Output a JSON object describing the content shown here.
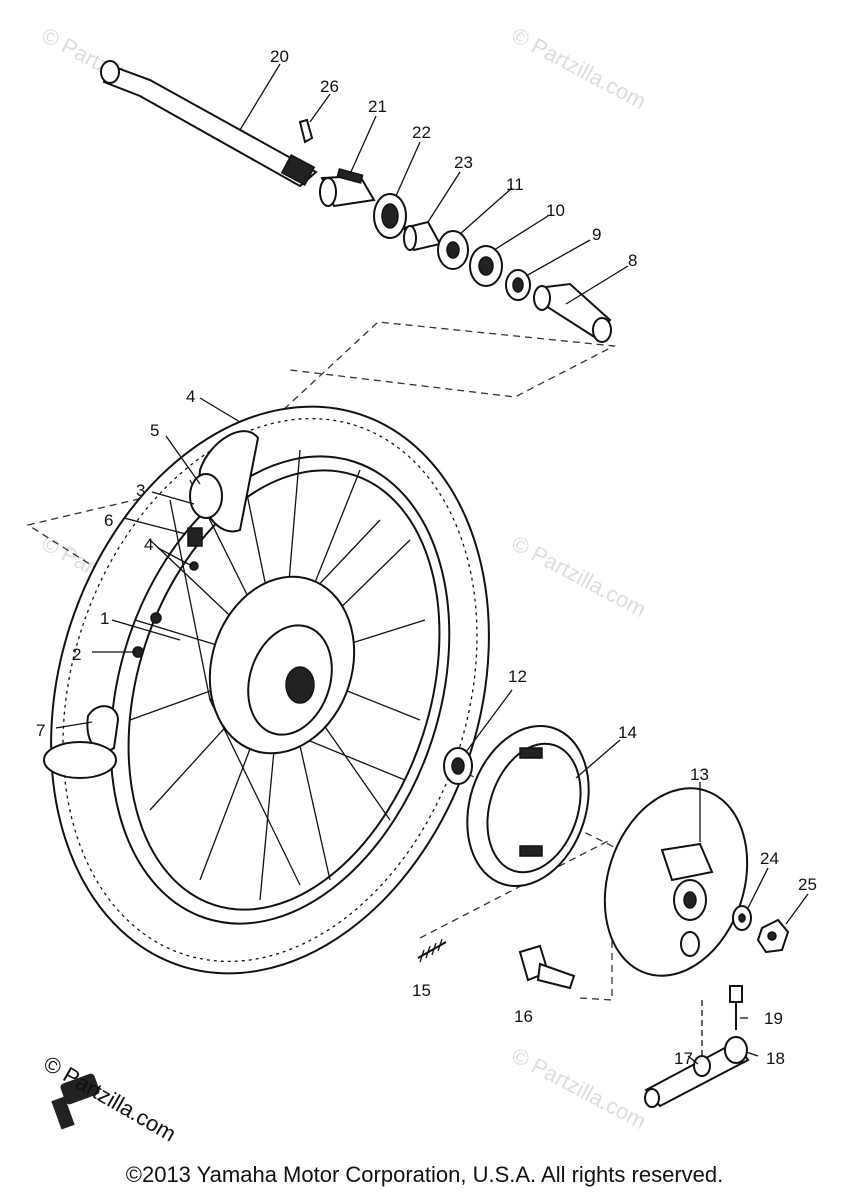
{
  "watermark": {
    "text": "© Partzilla.com"
  },
  "footer": {
    "copyright": "©2013 Yamaha Motor Corporation, U.S.A. All rights reserved."
  },
  "callouts": [
    "20",
    "26",
    "21",
    "22",
    "23",
    "11",
    "10",
    "9",
    "8",
    "4",
    "5",
    "3",
    "6",
    "4",
    "1",
    "2",
    "7",
    "12",
    "14",
    "13",
    "24",
    "25",
    "15",
    "16",
    "19",
    "17",
    "18"
  ]
}
